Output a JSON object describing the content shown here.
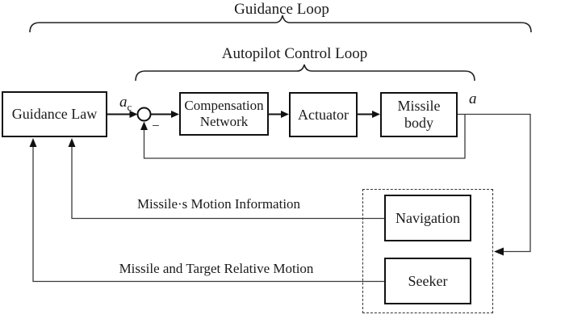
{
  "diagram": {
    "title": "Guidance Loop",
    "inner_loop_title": "Autopilot Control Loop",
    "blocks": {
      "guidance_law": "Guidance Law",
      "compensation_network": "Compensation Network",
      "actuator": "Actuator",
      "missile_body": "Missile body",
      "navigation": "Navigation",
      "seeker": "Seeker"
    },
    "signals": {
      "command_base": "a",
      "command_sub": "c",
      "output": "a",
      "sum_negative_sign": "−"
    },
    "flow_labels": {
      "navigation_line": "Missile·s Motion Information",
      "seeker_line": "Missile and Target Relative Motion"
    },
    "colors": {
      "line": "#333333",
      "block_border": "#111111",
      "background": "#ffffff",
      "text": "#1a1a1a"
    }
  }
}
